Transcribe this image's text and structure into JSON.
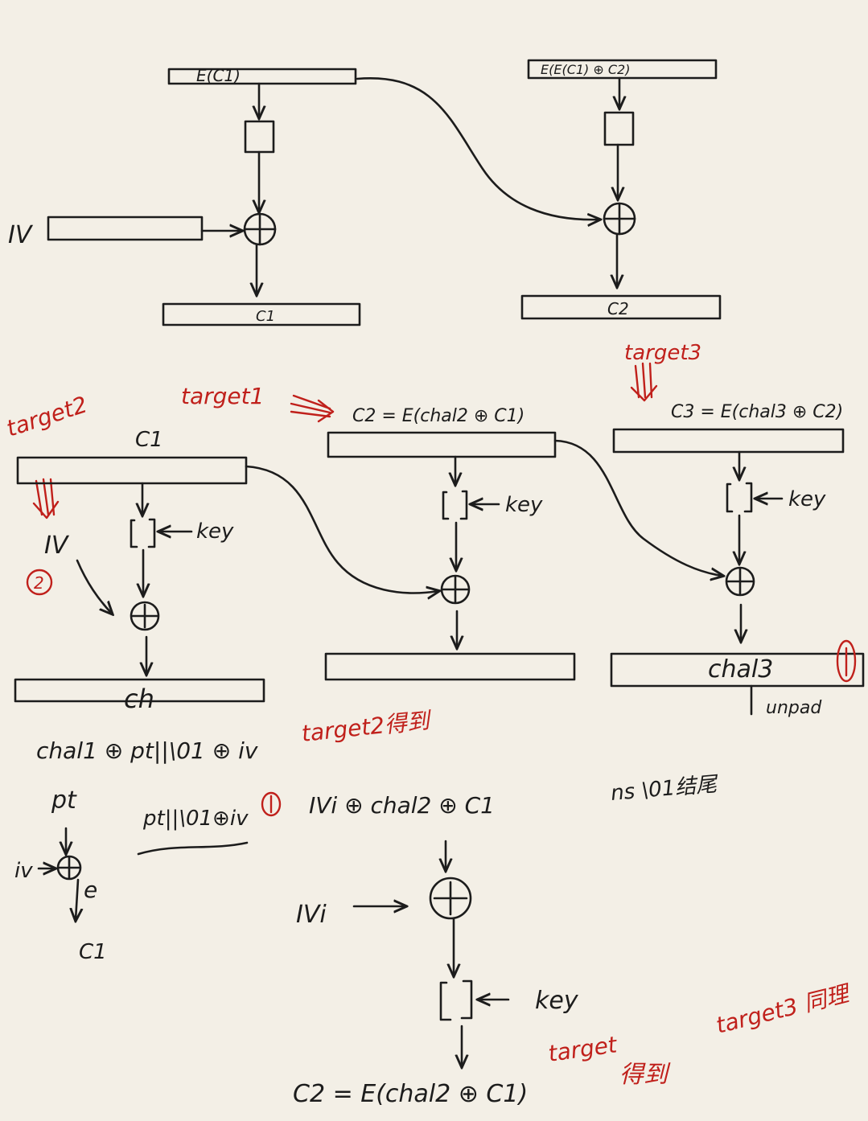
{
  "colors": {
    "ink": "#1c1c1c",
    "red": "#c0201b",
    "paper": "#f3efe6"
  },
  "top": {
    "left_block": {
      "in_label": "E(C1)",
      "iv_label": "IV",
      "out_label": "C1"
    },
    "right_block": {
      "in_label": "E(E(C1) ⊕ C2)",
      "out_label": "C2"
    }
  },
  "middle": {
    "target1": "target1",
    "target2": "target2",
    "target3": "target3",
    "c1_label": "C1",
    "c2_eq": "C2 = E(chal2 ⊕ C1)",
    "c3_eq": "C3 = E(chal3 ⊕ C2)",
    "key": "key",
    "iv": "IV",
    "circle2": "2",
    "circle1": "1",
    "out_ch": "ch",
    "out_chal3": "chal3",
    "unpad": "unpad"
  },
  "notes": {
    "line1_black": "chal1 ⊕ pt||\\01 ⊕ iv",
    "line1_red": "target2得到",
    "pt_line": "pt||\\01⊕iv",
    "ivi_line": "IVi ⊕ chal2 ⊕ C1",
    "ends_note": "ns \\01结尾",
    "pt": "pt",
    "iv_arrow": "iv",
    "e": "e",
    "c1": "C1",
    "ivi": "IVi",
    "key": "key",
    "c2_eq_bottom": "C2 = E(chal2 ⊕ C1)",
    "target_red": "target",
    "get_red": "得到",
    "target3_same": "target3 同理"
  }
}
